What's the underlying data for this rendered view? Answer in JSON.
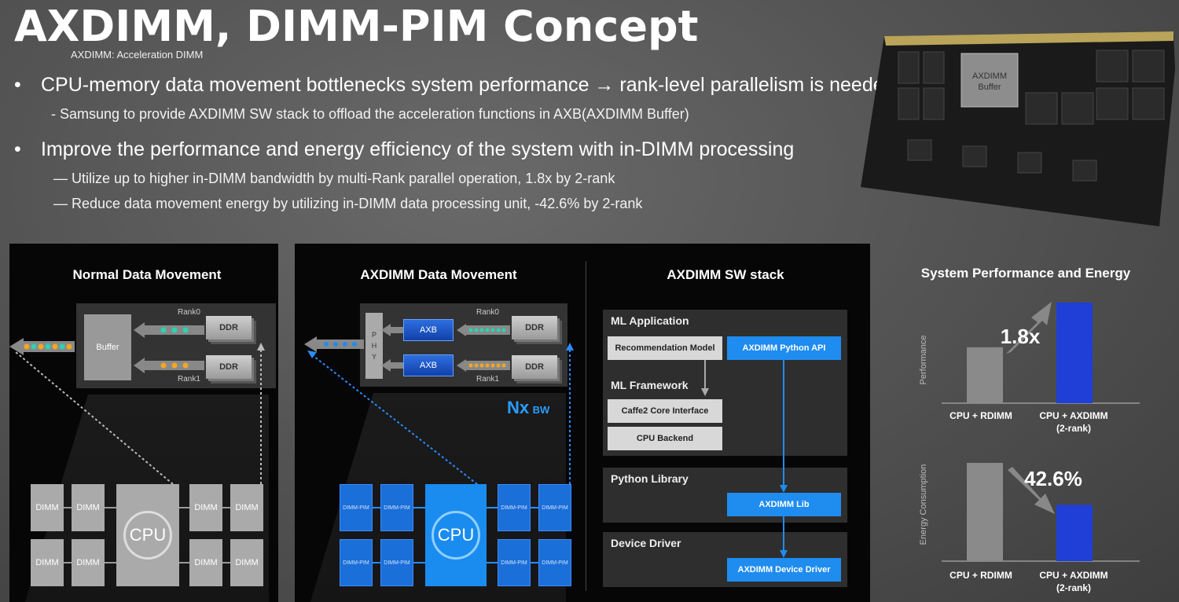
{
  "title": "AXDIMM, DIMM-PIM Concept",
  "subtitle": "AXDIMM: Acceleration DIMM",
  "bullets": [
    {
      "text": "CPU-memory data movement bottlenecks system performance → rank-level parallelism is needed",
      "subs": [
        "- Samsung to provide AXDIMM SW stack to offload the acceleration functions in AXB(AXDIMM Buffer)"
      ]
    },
    {
      "text": "Improve the performance and energy efficiency of the system with in-DIMM processing",
      "subs": [
        "— Utilize up to higher in-DIMM bandwidth by multi-Rank parallel operation, 1.8x by 2-rank",
        "— Reduce data movement energy by utilizing in-DIMM data processing unit, -42.6% by 2-rank"
      ]
    }
  ],
  "module_image": {
    "chip_label_line1": "AXDIMM",
    "chip_label_line2": "Buffer"
  },
  "normal": {
    "title": "Normal Data Movement",
    "buffer": "Buffer",
    "rank0": "Rank0",
    "rank1": "Rank1",
    "ddr": "DDR",
    "cpu": "CPU",
    "dimm": "DIMM"
  },
  "axdimm": {
    "title": "AXDIMM Data Movement",
    "phy": "P H Y",
    "axb": "AXB",
    "rank0": "Rank0",
    "rank1": "Rank1",
    "ddr": "DDR",
    "bw_big": "Nx",
    "bw_small": "BW",
    "cpu": "CPU",
    "pim": "DIMM-PIM"
  },
  "stack": {
    "title": "AXDIMM  SW stack",
    "ml_app": "ML Application",
    "rec_model": "Recommendation Model",
    "py_api": "AXDIMM Python API",
    "ml_framework": "ML Framework",
    "caffe2": "Caffe2 Core Interface",
    "cpu_backend": "CPU Backend",
    "py_lib": "Python Library",
    "axdimm_lib": "AXDIMM Lib",
    "device_driver": "Device Driver",
    "axdimm_driver": "AXDIMM Device Driver"
  },
  "chart_title": "System Performance and Energy",
  "chart_data": [
    {
      "type": "bar",
      "ylabel": "Performance",
      "categories": [
        "CPU + RDIMM",
        "CPU + AXDIMM\n(2-rank)"
      ],
      "values": [
        1.0,
        1.8
      ],
      "annotation": "1.8x",
      "colors": [
        "#8a8a8a",
        "#1f3fd6"
      ]
    },
    {
      "type": "bar",
      "ylabel": "Energy Consumption",
      "categories": [
        "CPU + RDIMM",
        "CPU + AXDIMM\n(2-rank)"
      ],
      "values": [
        1.0,
        0.574
      ],
      "annotation": "42.6%",
      "colors": [
        "#8a8a8a",
        "#1f3fd6"
      ]
    }
  ],
  "colors": {
    "accent_blue": "#1f8cf0",
    "bar_blue": "#1f3fd6",
    "bar_gray": "#8a8a8a"
  }
}
